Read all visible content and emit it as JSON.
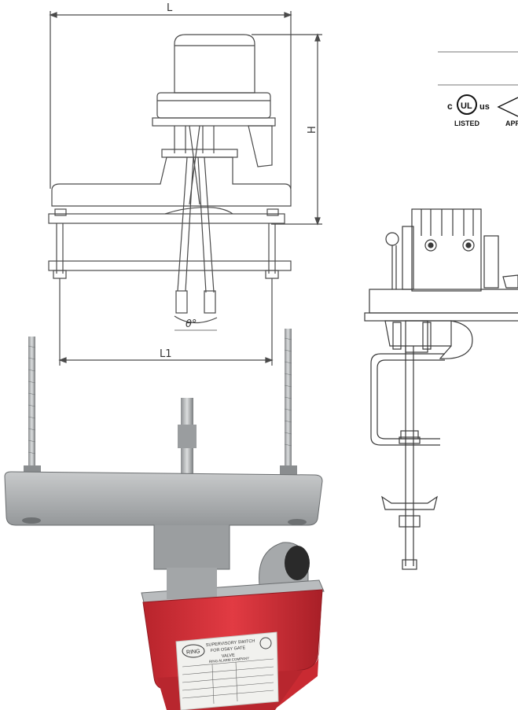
{
  "dimensions": {
    "length": "L",
    "height": "H",
    "length_between_rods": "L1",
    "angle": "θ°"
  },
  "certifications": {
    "c_mark": "c",
    "ul_mark": "UL",
    "us_mark": "us",
    "listed": "LISTED",
    "approved_partial": "APP"
  },
  "product_label": {
    "brand": "RING",
    "title_line1": "SUPERVISORY SWITCH",
    "title_line2": "FOR OS&Y GATE",
    "title_line3": "VALVE",
    "maker": "RING ALARM COMPANY"
  },
  "colors": {
    "housing": "#d7313a",
    "metal": "#9fa2a4",
    "line": "#4a4a4a"
  }
}
